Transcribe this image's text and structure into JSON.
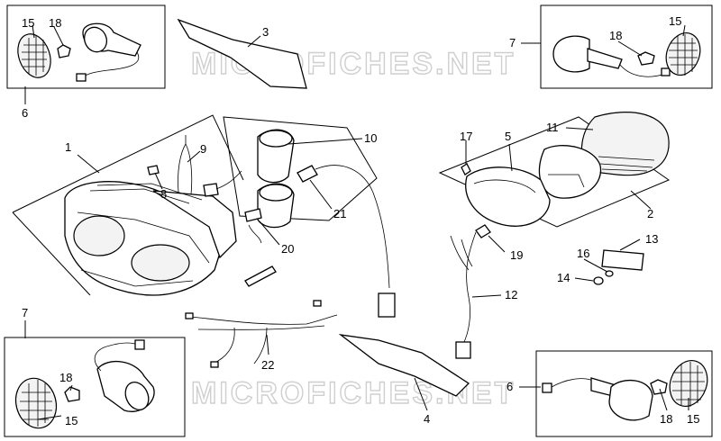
{
  "watermark": {
    "text": "MICROFICHES.NET"
  },
  "callouts": {
    "c1": "1",
    "c2": "2",
    "c3": "3",
    "c4": "4",
    "c5": "5",
    "c6a": "6",
    "c6b": "6",
    "c7a": "7",
    "c7b": "7",
    "c8": "8",
    "c9": "9",
    "c10": "10",
    "c11": "11",
    "c12": "12",
    "c13": "13",
    "c14": "14",
    "c15a": "15",
    "c15b": "15",
    "c15c": "15",
    "c15d": "15",
    "c16": "16",
    "c17": "17",
    "c18a": "18",
    "c18b": "18",
    "c18c": "18",
    "c18d": "18",
    "c19": "19",
    "c20": "20",
    "c21": "21",
    "c22": "22"
  },
  "parts": [
    {
      "ref": "1",
      "icon": "headlight-icon"
    },
    {
      "ref": "2",
      "icon": "tail-light-icon"
    },
    {
      "ref": "3",
      "icon": "reflector-strip-icon"
    },
    {
      "ref": "4",
      "icon": "reflector-strip-icon"
    },
    {
      "ref": "5",
      "icon": "tail-light-housing-icon"
    },
    {
      "ref": "6",
      "icon": "rear-turn-signal-icon"
    },
    {
      "ref": "7",
      "icon": "front-turn-signal-icon"
    },
    {
      "ref": "8",
      "icon": "screw-icon"
    },
    {
      "ref": "9",
      "icon": "spring-clip-icon"
    },
    {
      "ref": "10",
      "icon": "bulb-holder-icon"
    },
    {
      "ref": "11",
      "icon": "lens-icon"
    },
    {
      "ref": "12",
      "icon": "wiring-harness-icon"
    },
    {
      "ref": "13",
      "icon": "license-light-icon"
    },
    {
      "ref": "14",
      "icon": "nut-icon"
    },
    {
      "ref": "15",
      "icon": "turn-signal-lens-icon"
    },
    {
      "ref": "16",
      "icon": "washer-icon"
    },
    {
      "ref": "17",
      "icon": "screw-icon"
    },
    {
      "ref": "18",
      "icon": "bulb-icon"
    },
    {
      "ref": "19",
      "icon": "bulb-icon"
    },
    {
      "ref": "20",
      "icon": "bulb-icon"
    },
    {
      "ref": "21",
      "icon": "bulb-icon"
    },
    {
      "ref": "22",
      "icon": "wiring-harness-icon"
    }
  ]
}
